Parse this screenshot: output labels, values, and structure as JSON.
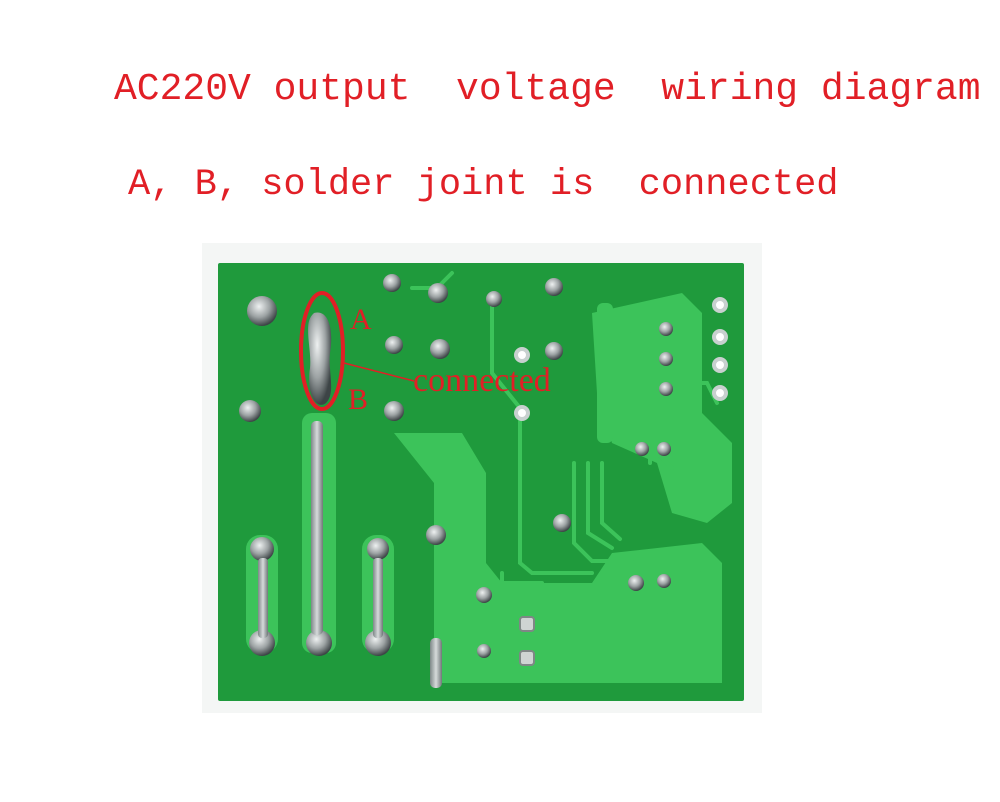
{
  "header": {
    "title": "AC220V output  voltage  wiring diagram",
    "subtitle": "A, B, solder joint is  connected"
  },
  "annotations": {
    "label_a": "A",
    "label_b": "B",
    "label_connected": "connected"
  },
  "colors": {
    "annotation_red": "#e11f26",
    "board_green": "#1f9a3c",
    "trace_green": "#3cc35a",
    "solder_silver": "#b8bcbd"
  }
}
